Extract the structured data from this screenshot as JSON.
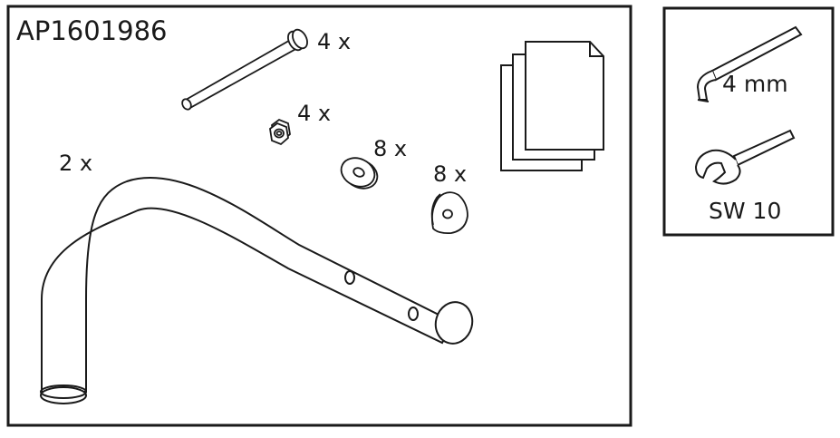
{
  "parts_panel": {
    "part_number": "AP1601986",
    "bolt_qty": "4 x",
    "nut_qty": "4 x",
    "washer_qty": "8 x",
    "spacer_qty": "8 x",
    "tube_qty": "2 x"
  },
  "tools_panel": {
    "hex_key_label": "4 mm",
    "wrench_label": "SW 10"
  },
  "colors": {
    "line": "#1a1a1a",
    "fill": "#ffffff"
  }
}
